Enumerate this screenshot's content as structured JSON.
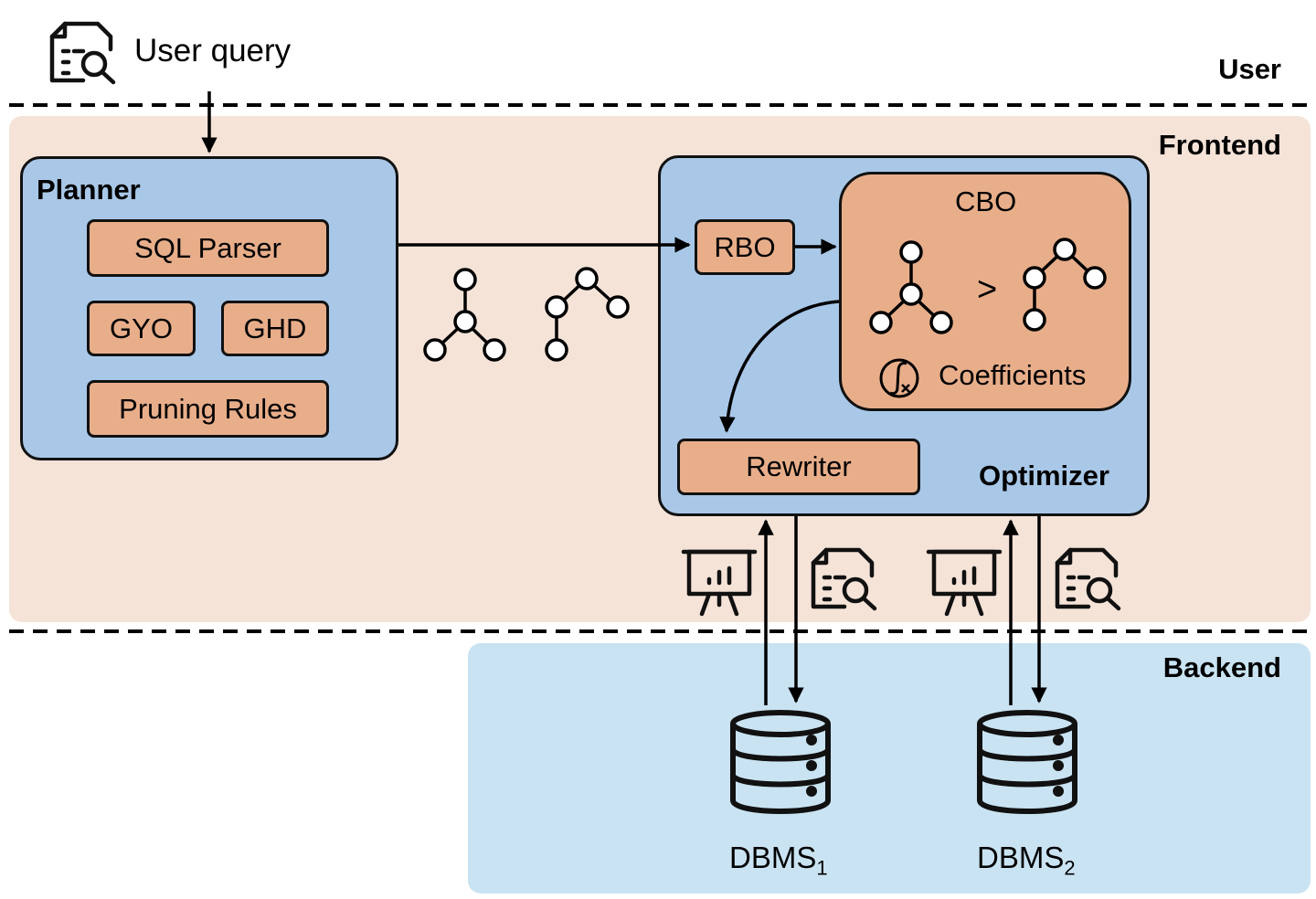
{
  "user_query": {
    "label": "User query",
    "icon": "document-search-icon"
  },
  "layers": {
    "user": "User",
    "frontend": "Frontend",
    "backend": "Backend"
  },
  "planner": {
    "title": "Planner",
    "modules": [
      "SQL Parser",
      "GYO",
      "GHD",
      "Pruning Rules"
    ]
  },
  "optimizer": {
    "title": "Optimizer",
    "rbo": "RBO",
    "rewriter": "Rewriter",
    "cbo": {
      "title": "CBO",
      "comparison": ">",
      "coefficients": "Coefficients",
      "coefficients_icon": "function-icon"
    }
  },
  "backend": {
    "dbms": [
      {
        "name": "DBMS",
        "sub": "1"
      },
      {
        "name": "DBMS",
        "sub": "2"
      }
    ]
  },
  "icons": {
    "statistics": "presentation-chart-icon",
    "query": "document-search-icon",
    "database": "database-icon",
    "tree": "join-tree-icon"
  },
  "colors": {
    "frontend_bg": "#f5e3d8",
    "backend_bg": "#c9e3f2",
    "container_bg": "#a9c8e8",
    "module_bg": "#e8ae8a"
  }
}
